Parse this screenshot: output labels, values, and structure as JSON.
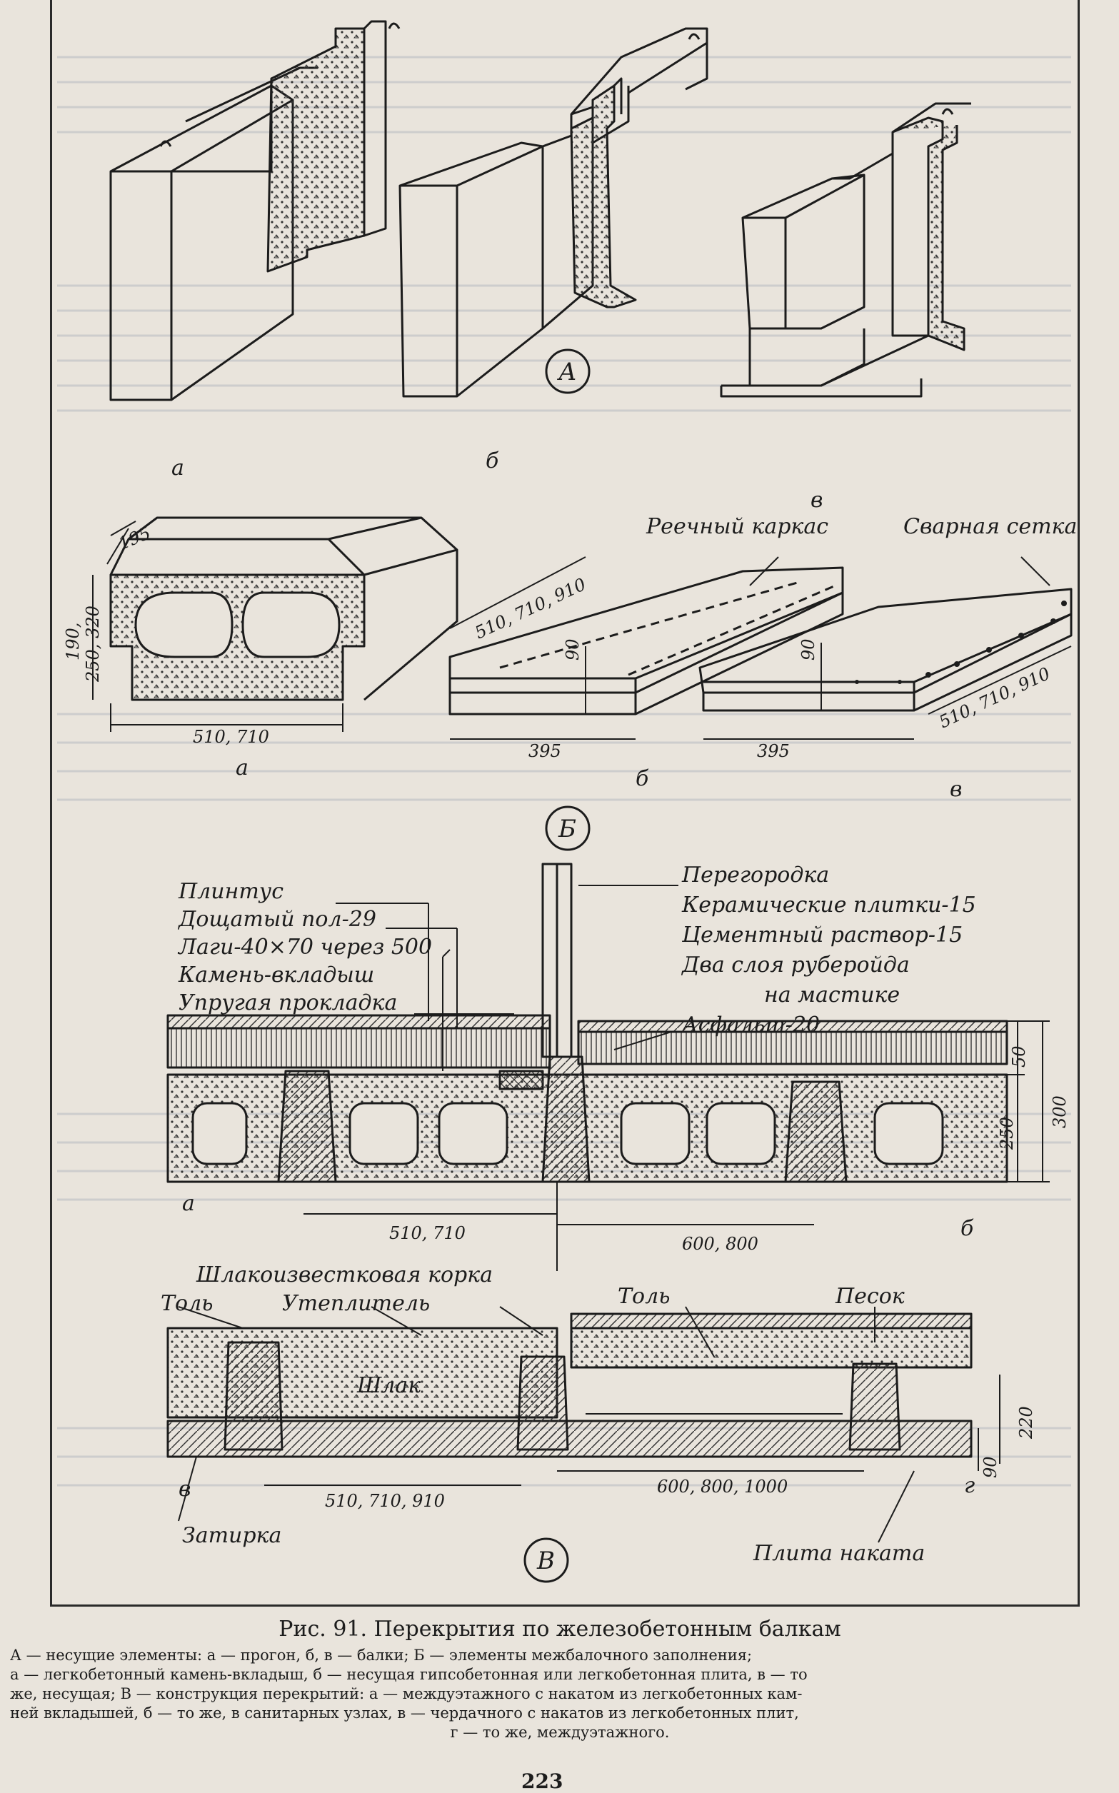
{
  "figure": {
    "section_a_letter": "А",
    "section_b_letter": "Б",
    "section_c_letter": "В",
    "a_sub": {
      "a": "а",
      "b": "б",
      "c": "в"
    },
    "b_sub": {
      "a": "а",
      "b": "б",
      "c": "в"
    },
    "c_sub": {
      "a": "а",
      "b": "б",
      "c": "в",
      "d": "г"
    },
    "b_labels": {
      "river_frame": "Реечный каркас",
      "welded_mesh": "Сварная сетка"
    },
    "b_dims": {
      "d195": "195",
      "d190": "190,",
      "d250_320": "250, 320",
      "d510_710": "510, 710",
      "d510_710_910_b": "510, 710, 910",
      "d90_b": "90",
      "d395_b": "395",
      "d90_c": "90",
      "d395_c": "395",
      "d510_710_910_c": "510, 710, 910"
    },
    "c_top_left_labels": [
      "Плинтус",
      "Дощатый пол-29",
      "Лаги-40×70 через 500",
      "Камень-вкладыш",
      "Упругая прокладка"
    ],
    "c_top_right_labels": [
      "Перегородка",
      "Керамические плитки-15",
      "Цементный раствор-15",
      "Два слоя руберойда",
      "на мастике",
      "Асфальт-20"
    ],
    "c_top_dims": {
      "d510_710": "510, 710",
      "d600_800": "600, 800",
      "d50": "50",
      "d250": "250",
      "d300": "300"
    },
    "c_bottom_labels": {
      "slag_crust": "Шлакоизвестковая корка",
      "tol_left": "Толь",
      "insulation": "Утеплитель",
      "tol_right": "Толь",
      "sand": "Песок",
      "slag": "Шлак",
      "plaster": "Затирка",
      "slab": "Плита наката"
    },
    "c_bottom_dims": {
      "d510_710_910": "510, 710, 910",
      "d600_800_1000": "600, 800, 1000",
      "d220": "220",
      "d90": "90"
    }
  },
  "caption": {
    "title": "Рис. 91. Перекрытия по железобетонным балкам",
    "lines": [
      "А — несущие элементы: а — прогон, б, в — балки; Б — элементы межбалочного заполнения;",
      "а — легкобетонный камень-вкладыш, б — несущая гипсобетонная или легкобетонная плита, в — то",
      "же, несущая; В — конструкция перекрытий: а — междуэтажного с накатом из легкобетонных кам-",
      "ней вкладышей, б — то же, в санитарных узлах, в — чердачного с накатов из легкобетонных плит,",
      "г — то же, междуэтажного."
    ]
  },
  "page_number": "223"
}
